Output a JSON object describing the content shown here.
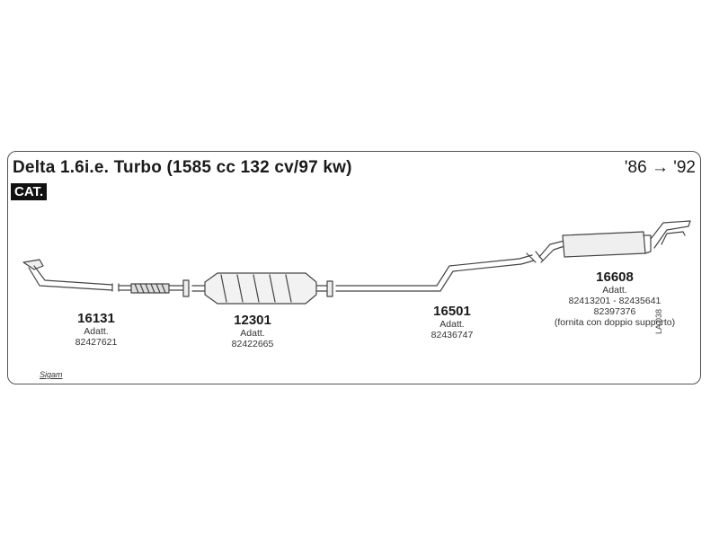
{
  "header": {
    "title": "Delta 1.6i.e. Turbo (1585 cc 132 cv/97 kw)",
    "years": "'86 → '92",
    "badge": "CAT."
  },
  "parts": [
    {
      "code": "16131",
      "lines": [
        "Adatt.",
        "82427621"
      ]
    },
    {
      "code": "12301",
      "lines": [
        "Adatt.",
        "82422665"
      ]
    },
    {
      "code": "16501",
      "lines": [
        "Adatt.",
        "82436747"
      ]
    },
    {
      "code": "16608",
      "lines": [
        "Adatt.",
        "82413201 - 82435641",
        "82397376",
        "(fornita con doppio supporto)"
      ]
    }
  ],
  "reference": "LA 038",
  "brand": "Sigam"
}
